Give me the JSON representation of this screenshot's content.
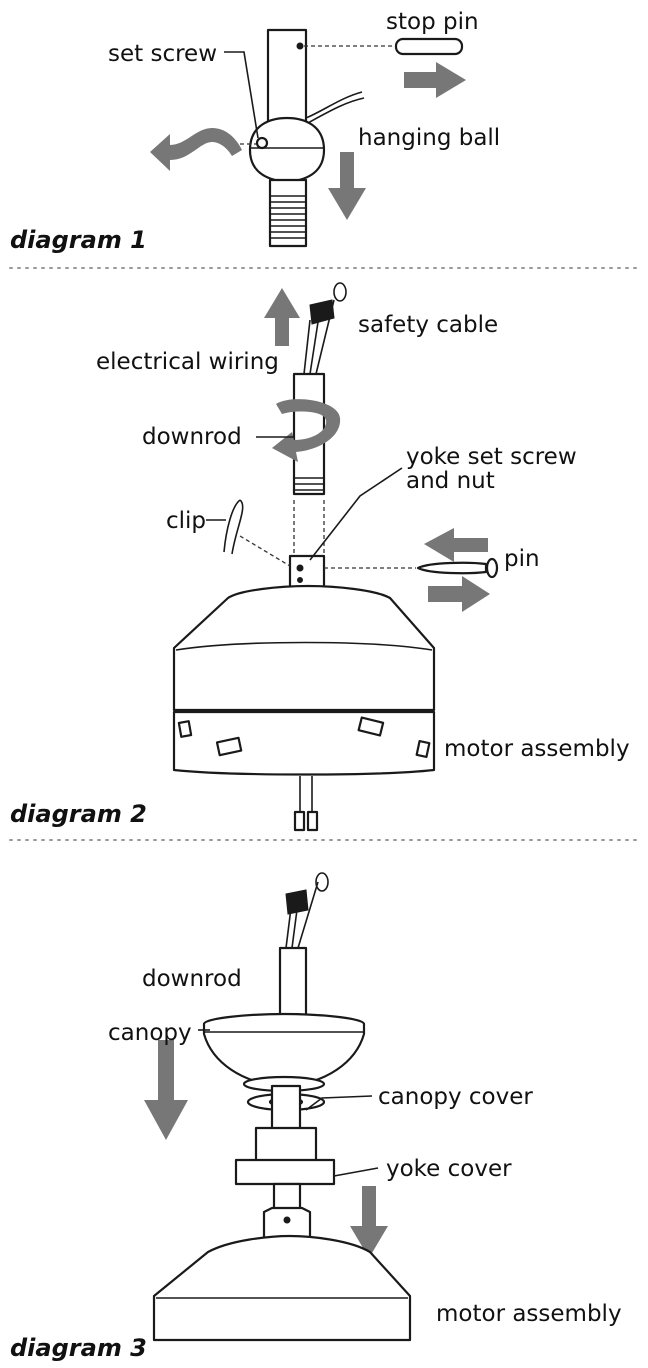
{
  "diagrams": [
    {
      "caption": "diagram 1",
      "labels": {
        "set_screw": "set screw",
        "stop_pin": "stop pin",
        "hanging_ball": "hanging ball"
      }
    },
    {
      "caption": "diagram 2",
      "labels": {
        "safety_cable": "safety cable",
        "electrical_wiring": "electrical wiring",
        "downrod": "downrod",
        "yoke_set_screw_line1": "yoke set screw",
        "yoke_set_screw_line2": "and nut",
        "clip": "clip",
        "pin": "pin",
        "motor_assembly": "motor assembly"
      }
    },
    {
      "caption": "diagram 3",
      "labels": {
        "downrod": "downrod",
        "canopy": "canopy",
        "canopy_cover": "canopy cover",
        "yoke_cover": "yoke cover",
        "motor_assembly": "motor assembly"
      }
    }
  ],
  "colors": {
    "arrow": "#777777",
    "line": "#1a1a1a",
    "separator": "#9a9a9a"
  }
}
